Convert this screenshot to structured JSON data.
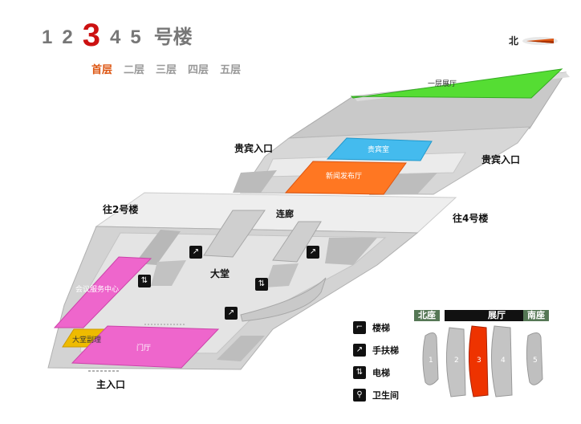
{
  "buildings": {
    "items": [
      "1",
      "2",
      "3",
      "4",
      "5"
    ],
    "active": "3",
    "suffix": "号楼"
  },
  "floors": {
    "items": [
      "首层",
      "二层",
      "三层",
      "四层",
      "五层"
    ],
    "active": "首层"
  },
  "compass": {
    "label": "北"
  },
  "regions": {
    "hall1": "一层展厅",
    "vip_room": "贵宾室",
    "press_hall": "新闻发布厅",
    "conference_center": "会议服务中心",
    "lobby_manager": "大堂副理",
    "foyer": "门厅"
  },
  "labels": {
    "vip_entrance_left": "贵宾入口",
    "vip_entrance_right": "贵宾入口",
    "to_building2": "往2号楼",
    "corridor": "连廊",
    "to_building4": "往4号楼",
    "lobby": "大堂",
    "main_entrance": "主入口"
  },
  "legend": [
    {
      "icon": "stairs-icon",
      "label": "楼梯"
    },
    {
      "icon": "escalator-icon",
      "label": "手扶梯"
    },
    {
      "icon": "elevator-icon",
      "label": "电梯"
    },
    {
      "icon": "restroom-icon",
      "label": "卫生间"
    }
  ],
  "minimap": {
    "headers": {
      "north": "北座",
      "hall": "展厅",
      "south": "南座"
    },
    "blocks": [
      "1",
      "2",
      "3",
      "4",
      "5"
    ],
    "active": "3"
  },
  "colors": {
    "active_building": "#cc1111",
    "active_floor": "#dd5511",
    "hall_green": "#55dd33",
    "vip_blue": "#44bbee",
    "press_orange": "#ff7722",
    "pink": "#ee66cc",
    "lobby_manager_yellow": "#eebb00",
    "header_green": "#557755",
    "minimap_active": "#ee3300"
  }
}
